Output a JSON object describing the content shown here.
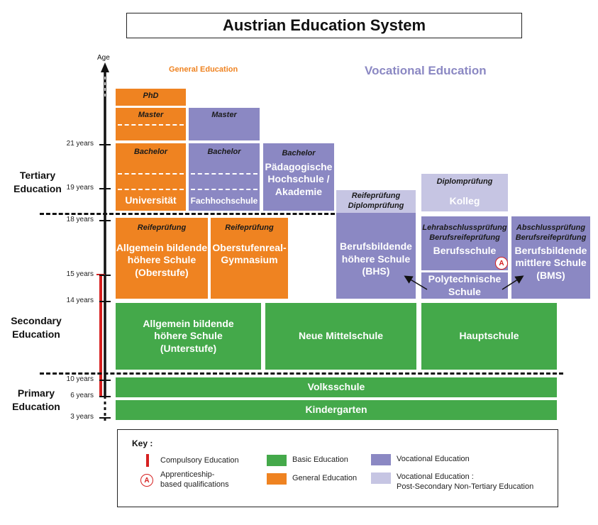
{
  "title": "Austrian Education System",
  "axis": {
    "label": "Age"
  },
  "headers": {
    "general": "General Education",
    "vocational": "Vocational Education"
  },
  "levels": {
    "tertiary": "Tertiary Education",
    "secondary": "Secondary Education",
    "primary": "Primary Education"
  },
  "ages": [
    "21 years",
    "19 years",
    "18 years",
    "15 years",
    "14 years",
    "10 years",
    "6 years",
    "3 years"
  ],
  "boxes": {
    "phd": "PhD",
    "master_uni": "Master",
    "bachelor_uni": "Bachelor",
    "universitat": "Universität",
    "master_fh": "Master",
    "bachelor_fh": "Bachelor",
    "fachhochschule": "Fachhochschule",
    "bachelor_ph": "Bachelor",
    "ph_line1": "Pädagogische",
    "ph_line2": "Hochschule /",
    "ph_line3": "Akademie",
    "bhs_quals1": "Reifeprüfung",
    "bhs_quals2": "Diplomprüfung",
    "bhs_line1": "Berufsbildende",
    "bhs_line2": "höhere Schule",
    "bhs_line3": "(BHS)",
    "kolleg_qual": "Diplomprüfung",
    "kolleg": "Kolleg",
    "ahs_qual": "Reifeprüfung",
    "ahs_line1": "Allgemein bildende",
    "ahs_line2": "höhere Schule",
    "ahs_line3": "(Oberstufe)",
    "org_qual": "Reifeprüfung",
    "org_line1": "Oberstufenreal-",
    "org_line2": "Gymnasium",
    "bs_qual1": "Lehrabschlussprüfung",
    "bs_qual2": "Berufsreifeprüfung",
    "berufsschule": "Berufsschule",
    "apprentice_marker": "A",
    "poly_line1": "Polytechnische",
    "poly_line2": "Schule",
    "bms_qual1": "Abschlussprüfung",
    "bms_qual2": "Berufsreifeprüfung",
    "bms_line1": "Berufsbildende",
    "bms_line2": "mittlere Schule",
    "bms_line3": "(BMS)",
    "ahs_u_line1": "Allgemein bildende",
    "ahs_u_line2": "höhere Schule",
    "ahs_u_line3": "(Unterstufe)",
    "nms": "Neue Mittelschule",
    "hauptschule": "Hauptschule",
    "volksschule": "Volksschule",
    "kindergarten": "Kindergarten"
  },
  "key": {
    "title": "Key :",
    "compulsory": "Compulsory Education",
    "apprentice_line1": "Apprenticeship-",
    "apprentice_line2": "based qualifications",
    "apprentice_marker": "A",
    "basic": "Basic Education",
    "general": "General Education",
    "vocational": "Vocational Education",
    "postsec_line1": "Vocational Education :",
    "postsec_line2": "Post-Secondary Non-Tertiary Education"
  },
  "colors": {
    "general": "#ef8321",
    "vocational": "#8b88c3",
    "postsecondary": "#c6c5e3",
    "basic": "#44a94a",
    "compulsory": "#d62020"
  }
}
